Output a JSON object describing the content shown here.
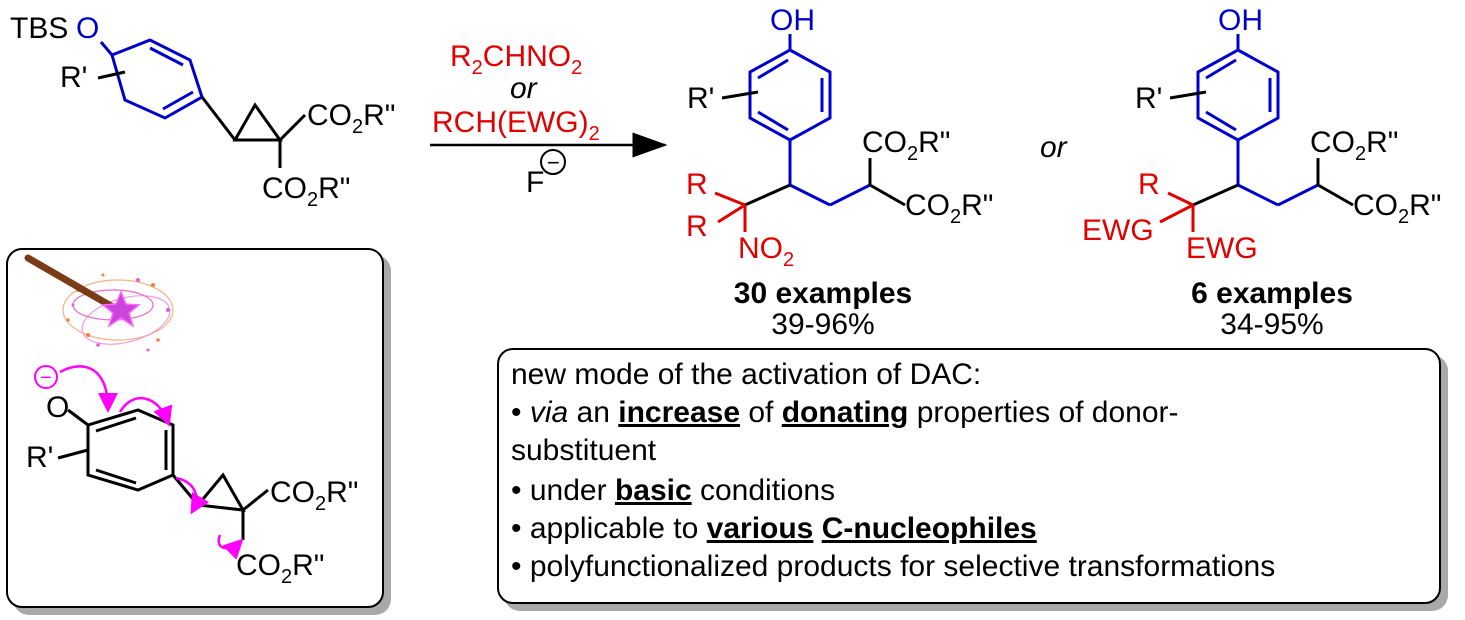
{
  "colors": {
    "scaffold": "#0000cc",
    "reagent": "#e00000",
    "arrow": "#ff00ff",
    "black": "#000000"
  },
  "substrate": {
    "tbs": "TBS",
    "o": "O",
    "r_prime": "R'",
    "co2r_top": "CO",
    "co2r_top_end": "R\"",
    "co2r_bottom": "CO",
    "co2r_bottom_end": "R\"",
    "sub2": "2"
  },
  "reagents": {
    "line1_a": "R",
    "line1_sub": "2",
    "line1_b": "CHNO",
    "line1_sub2": "2",
    "or": "or",
    "line3": "RCH(EWG)",
    "line3_sub": "2",
    "fluoride": "F",
    "minus": "−"
  },
  "product1": {
    "oh": "OH",
    "r_prime": "R'",
    "co2r_a": "CO",
    "co2r_a_end": "R\"",
    "co2r_b": "CO",
    "co2r_b_end": "R\"",
    "sub2": "2",
    "r1": "R",
    "r2": "R",
    "no2": "NO",
    "no2_sub": "2",
    "count": "30 examples",
    "yield": "39-96%"
  },
  "or_between": "or",
  "product2": {
    "oh": "OH",
    "r_prime": "R'",
    "co2r_a": "CO",
    "co2r_a_end": "R\"",
    "co2r_b": "CO",
    "co2r_b_end": "R\"",
    "sub2": "2",
    "r": "R",
    "ewg1": "EWG",
    "ewg2": "EWG",
    "count": "6 examples",
    "yield": "34-95%"
  },
  "inset": {
    "o": "O",
    "r_prime": "R'",
    "co2r_a": "CO",
    "co2r_a_end": "R\"",
    "co2r_b": "CO",
    "co2r_b_end": "R\"",
    "sub2": "2",
    "minus": "−",
    "wand_icon": "magic-wand-icon"
  },
  "features": {
    "title": "new mode of the activation of DAC:",
    "b1_via": "via",
    "b1_an": " an ",
    "b1_increase": "increase",
    "b1_of": " of ",
    "b1_donating": "donating",
    "b1_rest": " properties of donor-",
    "b1_cont": "substituent",
    "b2_pre": "under ",
    "b2_basic": "basic",
    "b2_post": " conditions",
    "b3_pre": "applicable to ",
    "b3_various": "various",
    "b3_space": " ",
    "b3_cnuc": "C-nucleophiles",
    "b4": "polyfunctionalized products for selective transformations",
    "bullet": "•"
  }
}
